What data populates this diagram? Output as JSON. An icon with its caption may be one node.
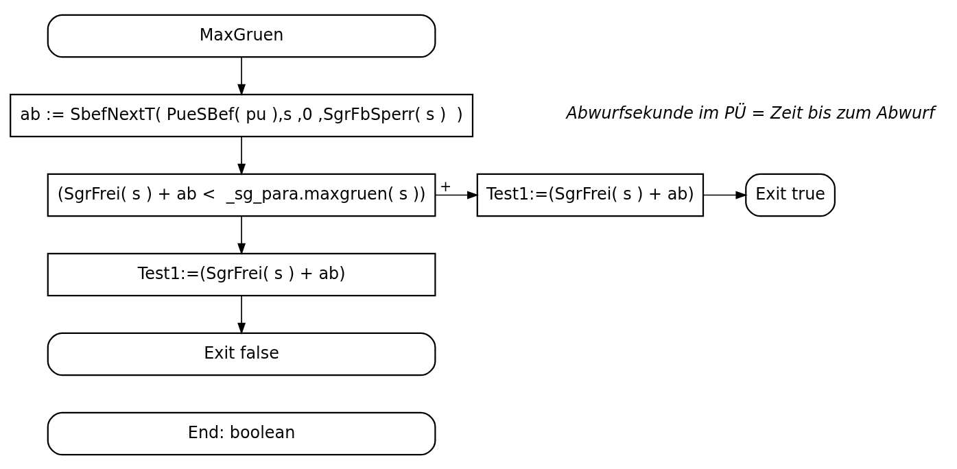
{
  "diagram": {
    "nodes": [
      {
        "text": [
          "MaxGruen"
        ]
      },
      {
        "text": [
          "ab := SbefNextT( PueSBef( pu ),s ,0 ,SgrFbSperr( s )  )"
        ]
      },
      {
        "text": [
          "(SgrFrei( s ) + ab <  _sg_para.maxgruen( s ))"
        ]
      },
      {
        "text": [
          "Test1:=(SgrFrei( s ) + ab)"
        ]
      },
      {
        "text": [
          "Exit true"
        ]
      },
      {
        "text": [
          "Test1:=(SgrFrei( s ) + ab)"
        ]
      },
      {
        "text": [
          "Exit false"
        ]
      },
      {
        "text": [
          "End: boolean"
        ]
      }
    ],
    "edges": [
      {
        "from": 0,
        "to": 1,
        "arrow": "to"
      },
      {
        "from": 1,
        "to": 2,
        "arrow": "to"
      },
      {
        "from": 2,
        "to": 3,
        "arrow": "to",
        "label": "+"
      },
      {
        "from": 3,
        "to": 4,
        "arrow": "to"
      },
      {
        "from": 2,
        "to": 5,
        "arrow": "to"
      },
      {
        "from": 5,
        "to": 6,
        "arrow": "to"
      }
    ],
    "labels": [
      "Abwurfsekunde im PÜ = Zeit bis zum Abwurf"
    ]
  }
}
